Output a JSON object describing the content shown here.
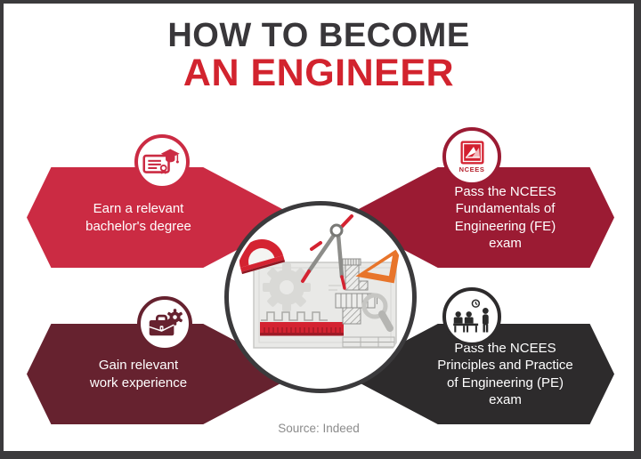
{
  "frame": {
    "border_color": "#3b3a3c",
    "background": "#ffffff"
  },
  "title": {
    "line1": "HOW TO BECOME",
    "line2": "AN ENGINEER",
    "line1_color": "#39373a",
    "line2_color": "#d2232e"
  },
  "steps": [
    {
      "id": "bachelors-degree",
      "color": "#cb2b43",
      "icon": "diploma-graduation-cap-icon",
      "lines": [
        "Earn a relevant",
        "bachelor's degree"
      ]
    },
    {
      "id": "fe-exam",
      "color": "#9b1b33",
      "icon": "ncees-logo-icon",
      "badge_text": "NCEES",
      "lines": [
        "Pass the NCEES",
        "Fundamentals of",
        "Engineering (FE)",
        "exam"
      ]
    },
    {
      "id": "work-experience",
      "color": "#66222f",
      "icon": "briefcase-gear-icon",
      "lines": [
        "Gain relevant",
        "work experience"
      ]
    },
    {
      "id": "pe-exam",
      "color": "#2d2b2c",
      "icon": "interview-people-icon",
      "lines": [
        "Pass the NCEES",
        "Principles and Practice",
        "of Engineering (PE)",
        "exam"
      ]
    }
  ],
  "center": {
    "illustration": "engineering-drawing-with-tools",
    "accent_red": "#d42331",
    "accent_orange": "#e8752b",
    "ring_color": "#3b3a3c"
  },
  "source": {
    "text": "Source: Indeed",
    "color": "#8b8b8b"
  }
}
